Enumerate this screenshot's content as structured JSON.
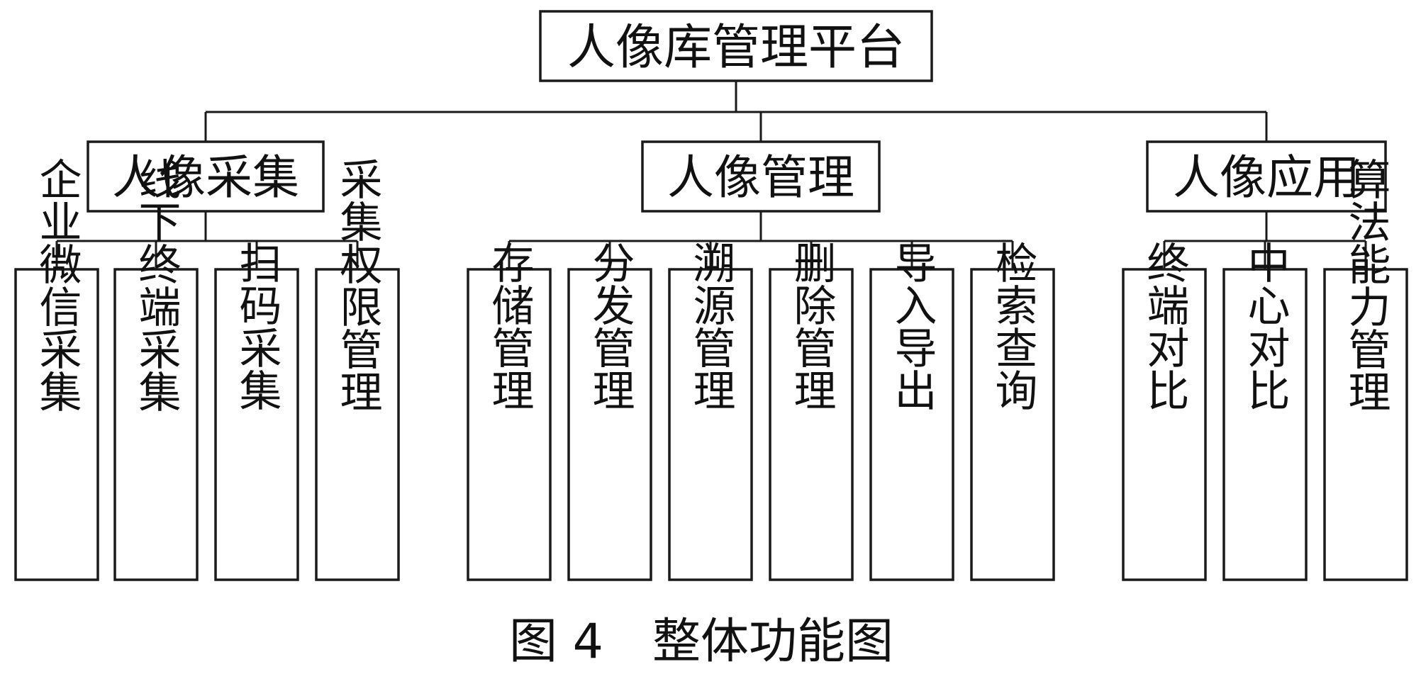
{
  "root": {
    "label": "人像库管理平台"
  },
  "groups": [
    {
      "label": "人像采集",
      "items": [
        "企业微信采集",
        "线下终端采集",
        "扫码采集",
        "采集权限管理"
      ]
    },
    {
      "label": "人像管理",
      "items": [
        "存储管理",
        "分发管理",
        "溯源管理",
        "删除管理",
        "导入导出",
        "检索查询"
      ]
    },
    {
      "label": "人像应用",
      "items": [
        "终端对比",
        "中心对比",
        "算法能力管理"
      ]
    }
  ],
  "caption": {
    "figure_label": "图 4",
    "title": "整体功能图"
  }
}
